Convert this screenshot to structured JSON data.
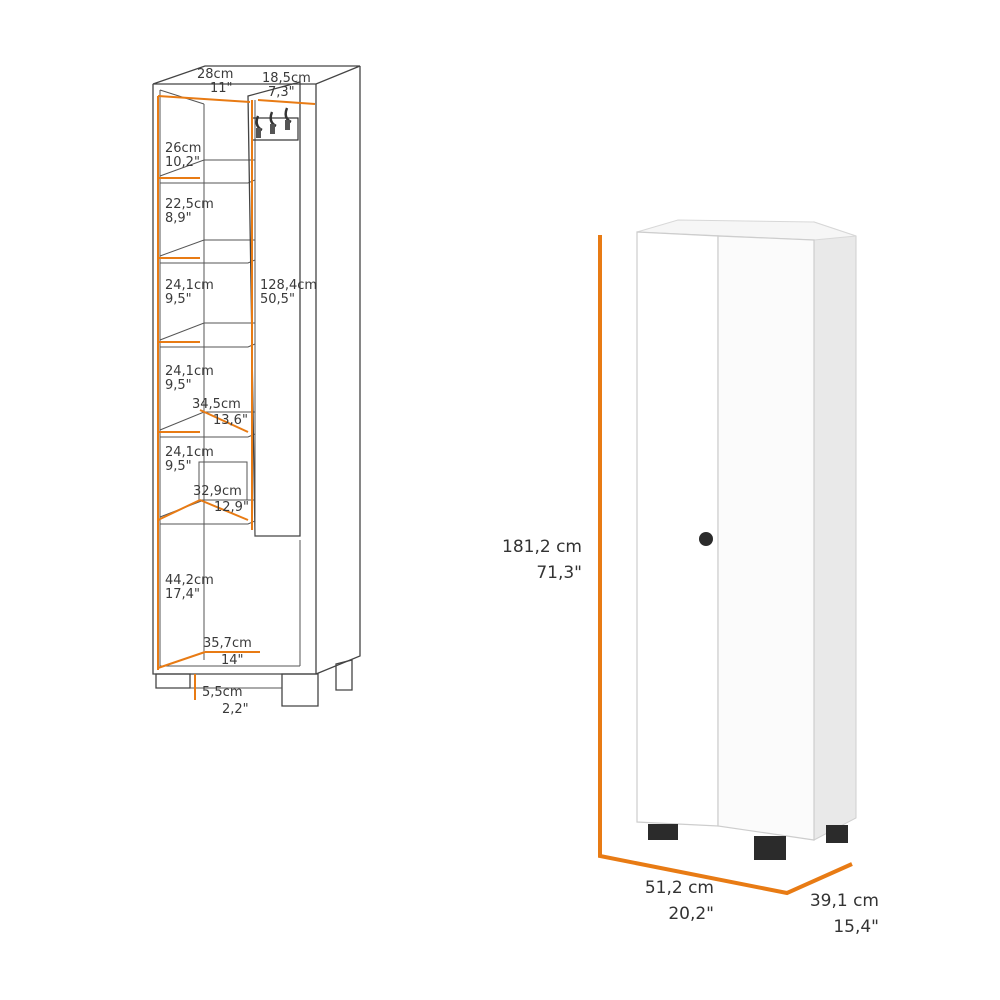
{
  "colors": {
    "accent": "#e87b14",
    "line": "#444444",
    "text": "#333333",
    "cabinet": "#ffffff",
    "feet": "#2b2b2b"
  },
  "schematic": {
    "top_width": {
      "cm": "28cm",
      "in": "11\""
    },
    "top_depth": {
      "cm": "18,5cm",
      "in": "7,3\""
    },
    "shelf_1": {
      "cm": "26cm",
      "in": "10,2\""
    },
    "shelf_2": {
      "cm": "22,5cm",
      "in": "8,9\""
    },
    "shelf_3": {
      "cm": "24,1cm",
      "in": "9,5\""
    },
    "shelf_4": {
      "cm": "24,1cm",
      "in": "9,5\""
    },
    "shelf_5": {
      "cm": "24,1cm",
      "in": "9,5\""
    },
    "bottom_space": {
      "cm": "44,2cm",
      "in": "17,4\""
    },
    "door_height": {
      "cm": "128,4cm",
      "in": "50,5\""
    },
    "shelf_depth_1": {
      "cm": "34,5cm",
      "in": "13,6\""
    },
    "shelf_depth_2": {
      "cm": "32,9cm",
      "in": "12,9\""
    },
    "base_depth": {
      "cm": "35,7cm",
      "in": "14\""
    },
    "leg_height": {
      "cm": "5,5cm",
      "in": "2,2\""
    }
  },
  "product": {
    "height": {
      "cm": "181,2 cm",
      "in": "71,3\""
    },
    "width": {
      "cm": "51,2 cm",
      "in": "20,2\""
    },
    "depth": {
      "cm": "39,1 cm",
      "in": "15,4\""
    }
  }
}
